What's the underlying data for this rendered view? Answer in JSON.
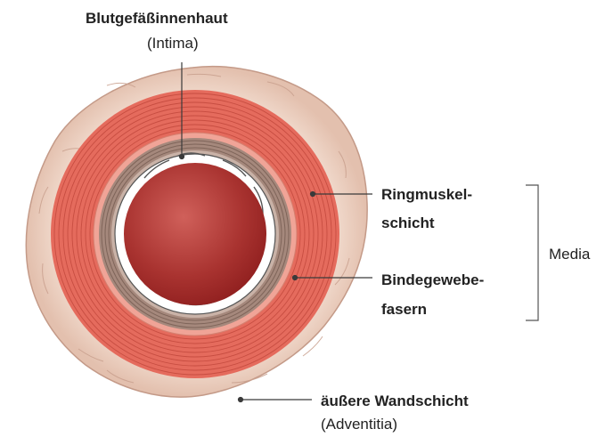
{
  "labels": {
    "intima_title": "Blutgefäßinnenhaut",
    "intima_sub": "(Intima)",
    "ringmuskel_1": "Ringmuskel-",
    "ringmuskel_2": "schicht",
    "bindegewebe_1": "Bindegewebe-",
    "bindegewebe_2": "fasern",
    "media": "Media",
    "adventitia_title": "äußere Wandschicht",
    "adventitia_sub": "(Adventitia)"
  },
  "colors": {
    "adventitia": "#ecd2c2",
    "adventitia_edge": "#c49a88",
    "muscle": "#e56b5d",
    "muscle_line": "#c44a3e",
    "connective": "#a5887c",
    "endothelium": "#ffffff",
    "lumen_light": "#d0605a",
    "lumen_dark": "#8c1c1c",
    "leader": "#3a3a3a"
  }
}
